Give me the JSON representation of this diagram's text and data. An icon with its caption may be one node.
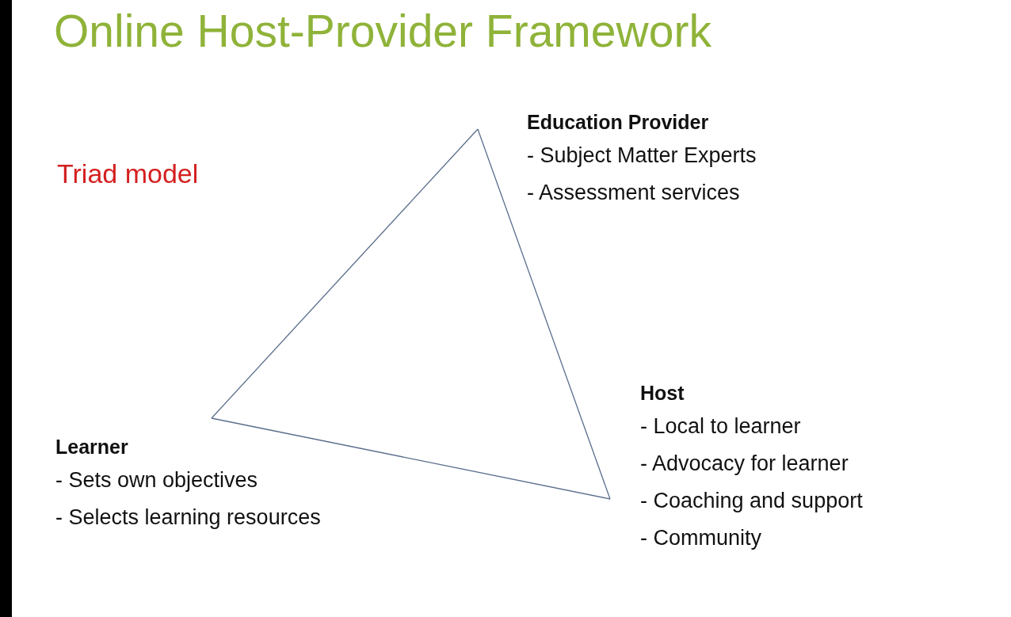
{
  "diagram": {
    "title": "Online Host-Provider Framework",
    "nodes": [
      {
        "text": [
          "Education Provider",
          "- Subject Matter Experts",
          "- Assessment services"
        ]
      },
      {
        "text": [
          "Host",
          "- Local to learner",
          "- Advocacy for learner",
          "- Coaching and support",
          "- Community"
        ]
      },
      {
        "text": [
          "Learner",
          "- Sets own objectives",
          "- Selects learning resources"
        ]
      }
    ],
    "edges": [
      {
        "from": 0,
        "to": 1,
        "arrow": "none"
      },
      {
        "from": 1,
        "to": 2,
        "arrow": "none"
      },
      {
        "from": 2,
        "to": 0,
        "arrow": "none"
      }
    ],
    "labels": [
      "Triad model"
    ]
  }
}
